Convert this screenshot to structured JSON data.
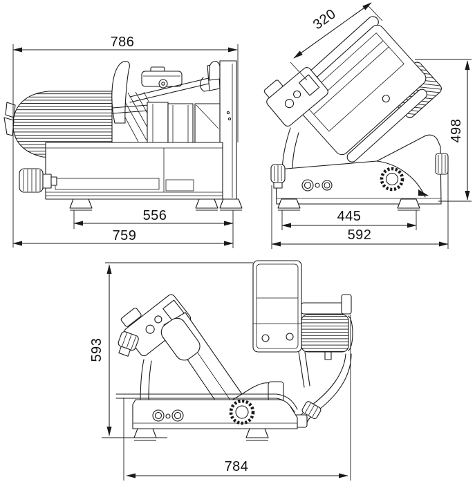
{
  "colors": {
    "line": "#1a1a1a",
    "background": "#ffffff",
    "dimension_text": "#111111"
  },
  "views": {
    "side": {
      "dimensions": {
        "overall_width": "786",
        "foot_span": "556",
        "base_width": "759"
      }
    },
    "front": {
      "dimensions": {
        "carriage_depth": "320",
        "height": "498",
        "foot_span": "445",
        "base_width": "592"
      }
    },
    "rear": {
      "dimensions": {
        "height": "593",
        "overall_width": "784"
      }
    }
  }
}
